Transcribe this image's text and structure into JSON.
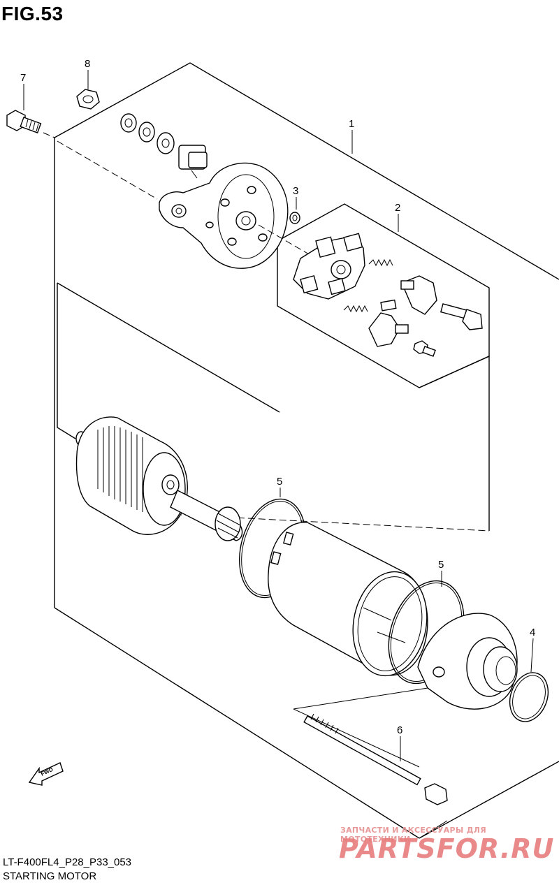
{
  "figure": {
    "title": "FIG.53",
    "code": "LT-F400FL4_P28_P33_053",
    "caption": "STARTING MOTOR"
  },
  "callouts": [
    {
      "id": "1",
      "label": "1"
    },
    {
      "id": "2",
      "label": "2"
    },
    {
      "id": "3",
      "label": "3"
    },
    {
      "id": "4",
      "label": "4"
    },
    {
      "id": "5a",
      "label": "5"
    },
    {
      "id": "5b",
      "label": "5"
    },
    {
      "id": "6",
      "label": "6"
    },
    {
      "id": "7",
      "label": "7"
    },
    {
      "id": "8",
      "label": "8"
    }
  ],
  "direction_arrow": {
    "label": "FWD"
  },
  "watermark": {
    "tagline": "ЗАПЧАСТИ И АКСЕССУАРЫ ДЛЯ МОТОТЕХНИКИ",
    "brand": "PARTSFOR.RU"
  }
}
